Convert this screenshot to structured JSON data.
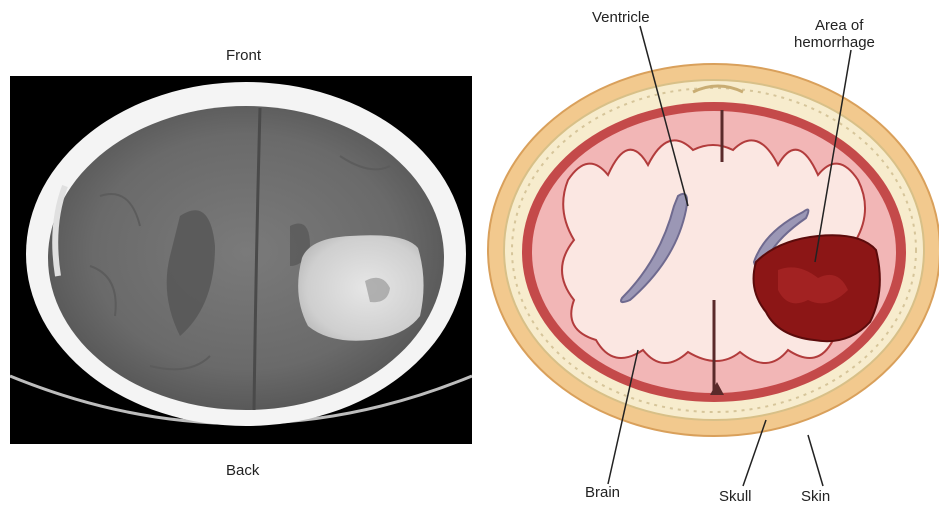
{
  "ct_scan": {
    "label_top": "Front",
    "label_bottom": "Back"
  },
  "diagram": {
    "labels": {
      "ventricle": "Ventricle",
      "hemorrhage_line1": "Area of",
      "hemorrhage_line2": "hemorrhage",
      "brain": "Brain",
      "skull": "Skull",
      "skin": "Skin"
    },
    "colors": {
      "skin": "#f2c98e",
      "skull": "#f7eccd",
      "brain_outer": "#c44a4a",
      "brain_pink": "#f2b6b6",
      "white_matter": "#fbe7e2",
      "ventricle": "#9b97b5",
      "hemorrhage": "#8c1616"
    }
  }
}
